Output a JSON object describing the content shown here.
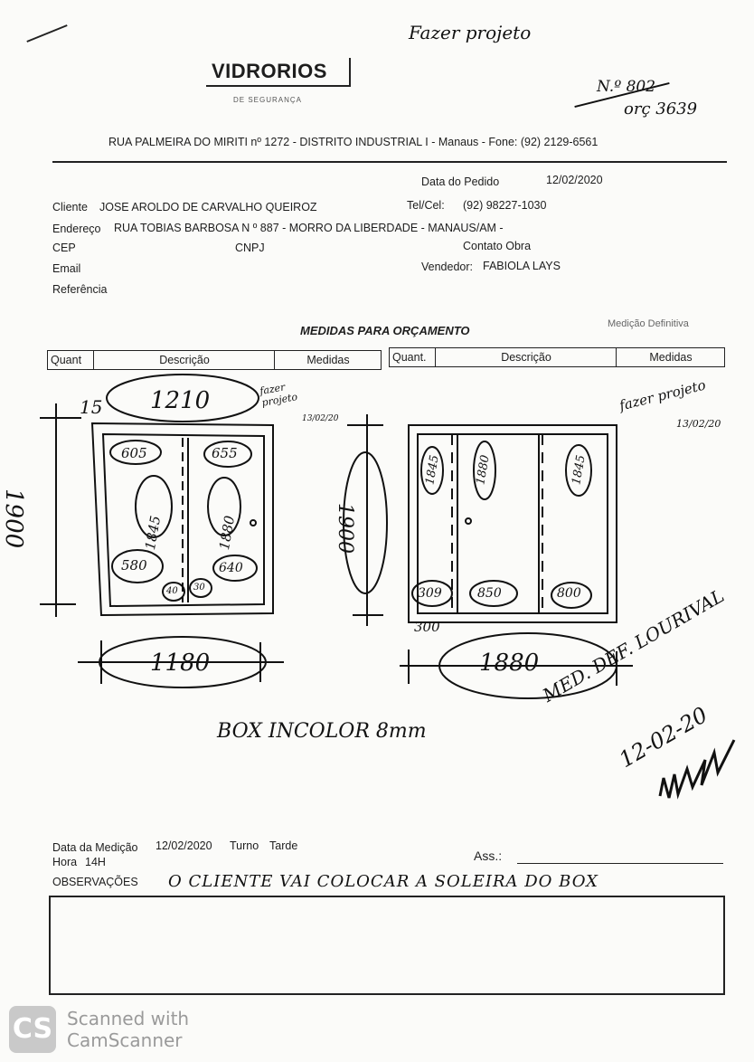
{
  "header": {
    "handwritten_top": "Fazer projeto",
    "logo": "VIDRORIOS",
    "logo_sub": "DE SEGURANÇA",
    "order_number_struck": "N.º 802",
    "order_ref": "orç 3639",
    "address": "RUA PALMEIRA DO MIRITI nº 1272 - DISTRITO INDUSTRIAL I - Manaus - Fone: (92) 2129-6561"
  },
  "order": {
    "date_label": "Data do Pedido",
    "date_value": "12/02/2020",
    "client_label": "Cliente",
    "client_value": "JOSE AROLDO DE CARVALHO QUEIROZ",
    "phone_label": "Tel/Cel:",
    "phone_value": "(92) 98227-1030",
    "address_label": "Endereço",
    "address_value": "RUA TOBIAS BARBOSA N º 887 - MORRO DA LIBERDADE - MANAUS/AM -",
    "cep_label": "CEP",
    "cnpj_label": "CNPJ",
    "contact_label": "Contato Obra",
    "email_label": "Email",
    "seller_label": "Vendedor:",
    "seller_value": "FABIOLA LAYS",
    "reference_label": "Referência"
  },
  "section": {
    "title": "MEDIDAS PARA ORÇAMENTO",
    "definitive": "Medição Definitiva",
    "columns": [
      "Quant",
      "Descrição",
      "Medidas",
      "Quant.",
      "Descrição",
      "Medidas"
    ]
  },
  "drawing_left": {
    "top_margin": "15",
    "width_top": "1210",
    "note": "fazer projeto",
    "date_frac": "13/02/20",
    "height": "1900",
    "panel_top_left": "605",
    "panel_top_right": "655",
    "panel_mid_left": "1845",
    "panel_mid_right": "1880",
    "panel_bot_left": "580",
    "panel_bot_right": "640",
    "small_a": "40",
    "small_b": "30",
    "width_bottom": "1180"
  },
  "drawing_right": {
    "note": "fazer projeto",
    "date_frac": "13/02/20",
    "height": "1900",
    "panel_a": "1845",
    "panel_b": "1880",
    "panel_c": "1845",
    "bot_a": "309",
    "bot_b": "850",
    "bot_c": "800",
    "offset": "300",
    "width_bottom": "1880"
  },
  "handwritten": {
    "box_note": "BOX INCOLOR 8mm",
    "medidor": "MED. DEF. LOURIVAL",
    "date": "12-02-20"
  },
  "footer": {
    "measure_date_label": "Data da Medição",
    "measure_date_value": "12/02/2020",
    "shift_label": "Turno",
    "shift_value": "Tarde",
    "hour_label": "Hora",
    "hour_value": "14H",
    "signature_label": "Ass.:",
    "observations_label": "OBSERVAÇÕES",
    "observations_value": "O CLIENTE VAI COLOCAR A SOLEIRA DO BOX"
  },
  "watermark": {
    "icon": "CS",
    "line1": "Scanned with",
    "line2": "CamScanner"
  }
}
